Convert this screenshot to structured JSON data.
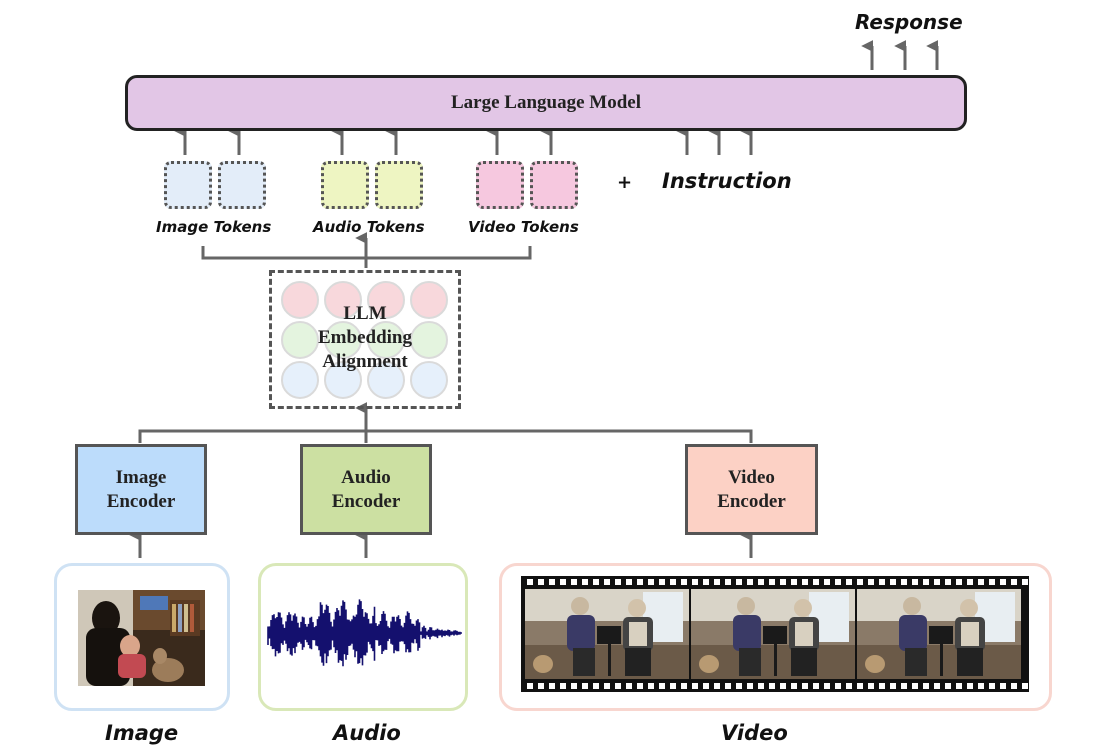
{
  "llm": {
    "label": "Large Language Model"
  },
  "response": {
    "label": "Response"
  },
  "instruction": {
    "label": "Instruction",
    "plus": "+"
  },
  "tokens": [
    {
      "label": "Image Tokens",
      "color": "#e3edf9"
    },
    {
      "label": "Audio Tokens",
      "color": "#eef5c2"
    },
    {
      "label": "Video Tokens",
      "color": "#f6c8df"
    }
  ],
  "alignment": {
    "label": "LLM\nEmbedding\nAlignment"
  },
  "encoders": [
    {
      "label": "Image\nEncoder",
      "color": "#bcdcfb"
    },
    {
      "label": "Audio\nEncoder",
      "color": "#cce0a2"
    },
    {
      "label": "Video\nEncoder",
      "color": "#fcd1c5"
    }
  ],
  "inputs": [
    {
      "label": "Image",
      "border_color": "#cfe2f4"
    },
    {
      "label": "Audio",
      "border_color": "#d9e8b8"
    },
    {
      "label": "Video",
      "border_color": "#f8d6cf"
    }
  ],
  "colors": {
    "arrow": "#666666",
    "llm_fill": "#e2c6e6",
    "waveform": "#14106e",
    "alignment_circle_rows": [
      "#f8d8dc",
      "#e4f4df",
      "#e6f0fb"
    ]
  }
}
